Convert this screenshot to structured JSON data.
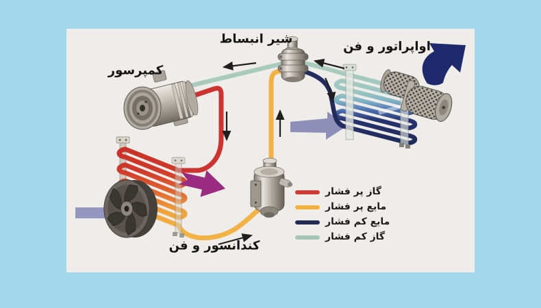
{
  "diagram": {
    "title_labels": {
      "compressor": "کمپرسور",
      "expansion_valve": "شیر انبساط",
      "evaporator_fan": "اواپراتور و فن",
      "condenser_fan": "کندانسور و فن"
    },
    "legend": {
      "items": [
        {
          "label": "گاز پر فشار",
          "color": "#cf3a33"
        },
        {
          "label": "مایع پر فشار",
          "color": "#f2b03c"
        },
        {
          "label": "مایع کم فشار",
          "color": "#232b55"
        },
        {
          "label": "گاز کم فشار",
          "color": "#a3c6b8"
        }
      ]
    },
    "colors": {
      "border_background": "#a2d6ea",
      "canvas_background": "#eeede9",
      "high_pressure_gas_pipe": "#cb3430",
      "high_pressure_liquid_pipe": "#f2b246",
      "low_pressure_liquid_pipe": "#232c5e",
      "low_pressure_gas_pipe": "#a9cabe"
    }
  }
}
